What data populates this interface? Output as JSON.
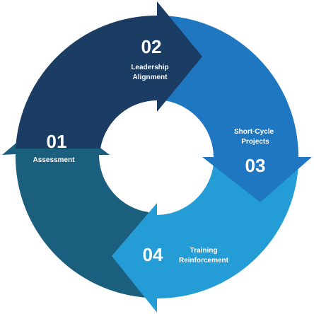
{
  "colors": {
    "background": "#ffffff",
    "step_01": "#1b5f7e",
    "step_02": "#1b3d63",
    "step_03": "#1f77c1",
    "step_04": "#249cd6",
    "text": "#ffffff"
  },
  "steps": [
    {
      "number": "01",
      "label_lines": [
        "Assessment"
      ]
    },
    {
      "number": "02",
      "label_lines": [
        "Leadership",
        "Alignment"
      ]
    },
    {
      "number": "03",
      "label_lines": [
        "Short-Cycle",
        "Projects"
      ]
    },
    {
      "number": "04",
      "label_lines": [
        "Training",
        "Reinforcement"
      ]
    }
  ]
}
